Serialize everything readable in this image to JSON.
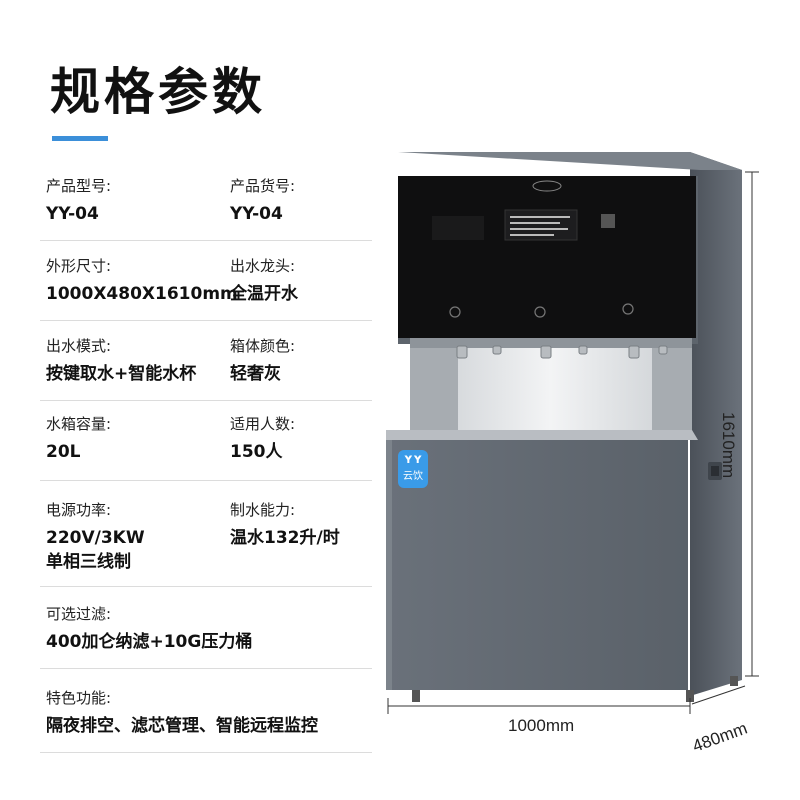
{
  "page": {
    "title": "规格参数"
  },
  "specs": [
    {
      "label": "产品型号:",
      "value": "YY-04"
    },
    {
      "label": "产品货号:",
      "value": "YY-04"
    },
    {
      "label": "外形尺寸:",
      "value": "1000X480X1610mm"
    },
    {
      "label": "出水龙头:",
      "value": "全温开水"
    },
    {
      "label": "出水模式:",
      "value": "按键取水+智能水杯"
    },
    {
      "label": "箱体颜色:",
      "value": "轻奢灰"
    },
    {
      "label": "水箱容量:",
      "value": "20L"
    },
    {
      "label": "适用人数:",
      "value": "150人"
    },
    {
      "label": "电源功率:",
      "value": "220V/3KW",
      "value2": "单相三线制"
    },
    {
      "label": "制水能力:",
      "value": "温水132升/时"
    },
    {
      "label": "可选过滤:",
      "value": "400加仑纳滤+10G压力桶"
    },
    {
      "label": "特色功能:",
      "value": "隔夜排空、滤芯管理、智能远程监控"
    }
  ],
  "dimensions": {
    "height": "1610mm",
    "width": "1000mm",
    "depth": "480mm"
  },
  "badge": {
    "text": "云饮"
  },
  "colors": {
    "accent": "#3b8fd9",
    "cabinet": "#5f6670",
    "panel": "#111111"
  }
}
